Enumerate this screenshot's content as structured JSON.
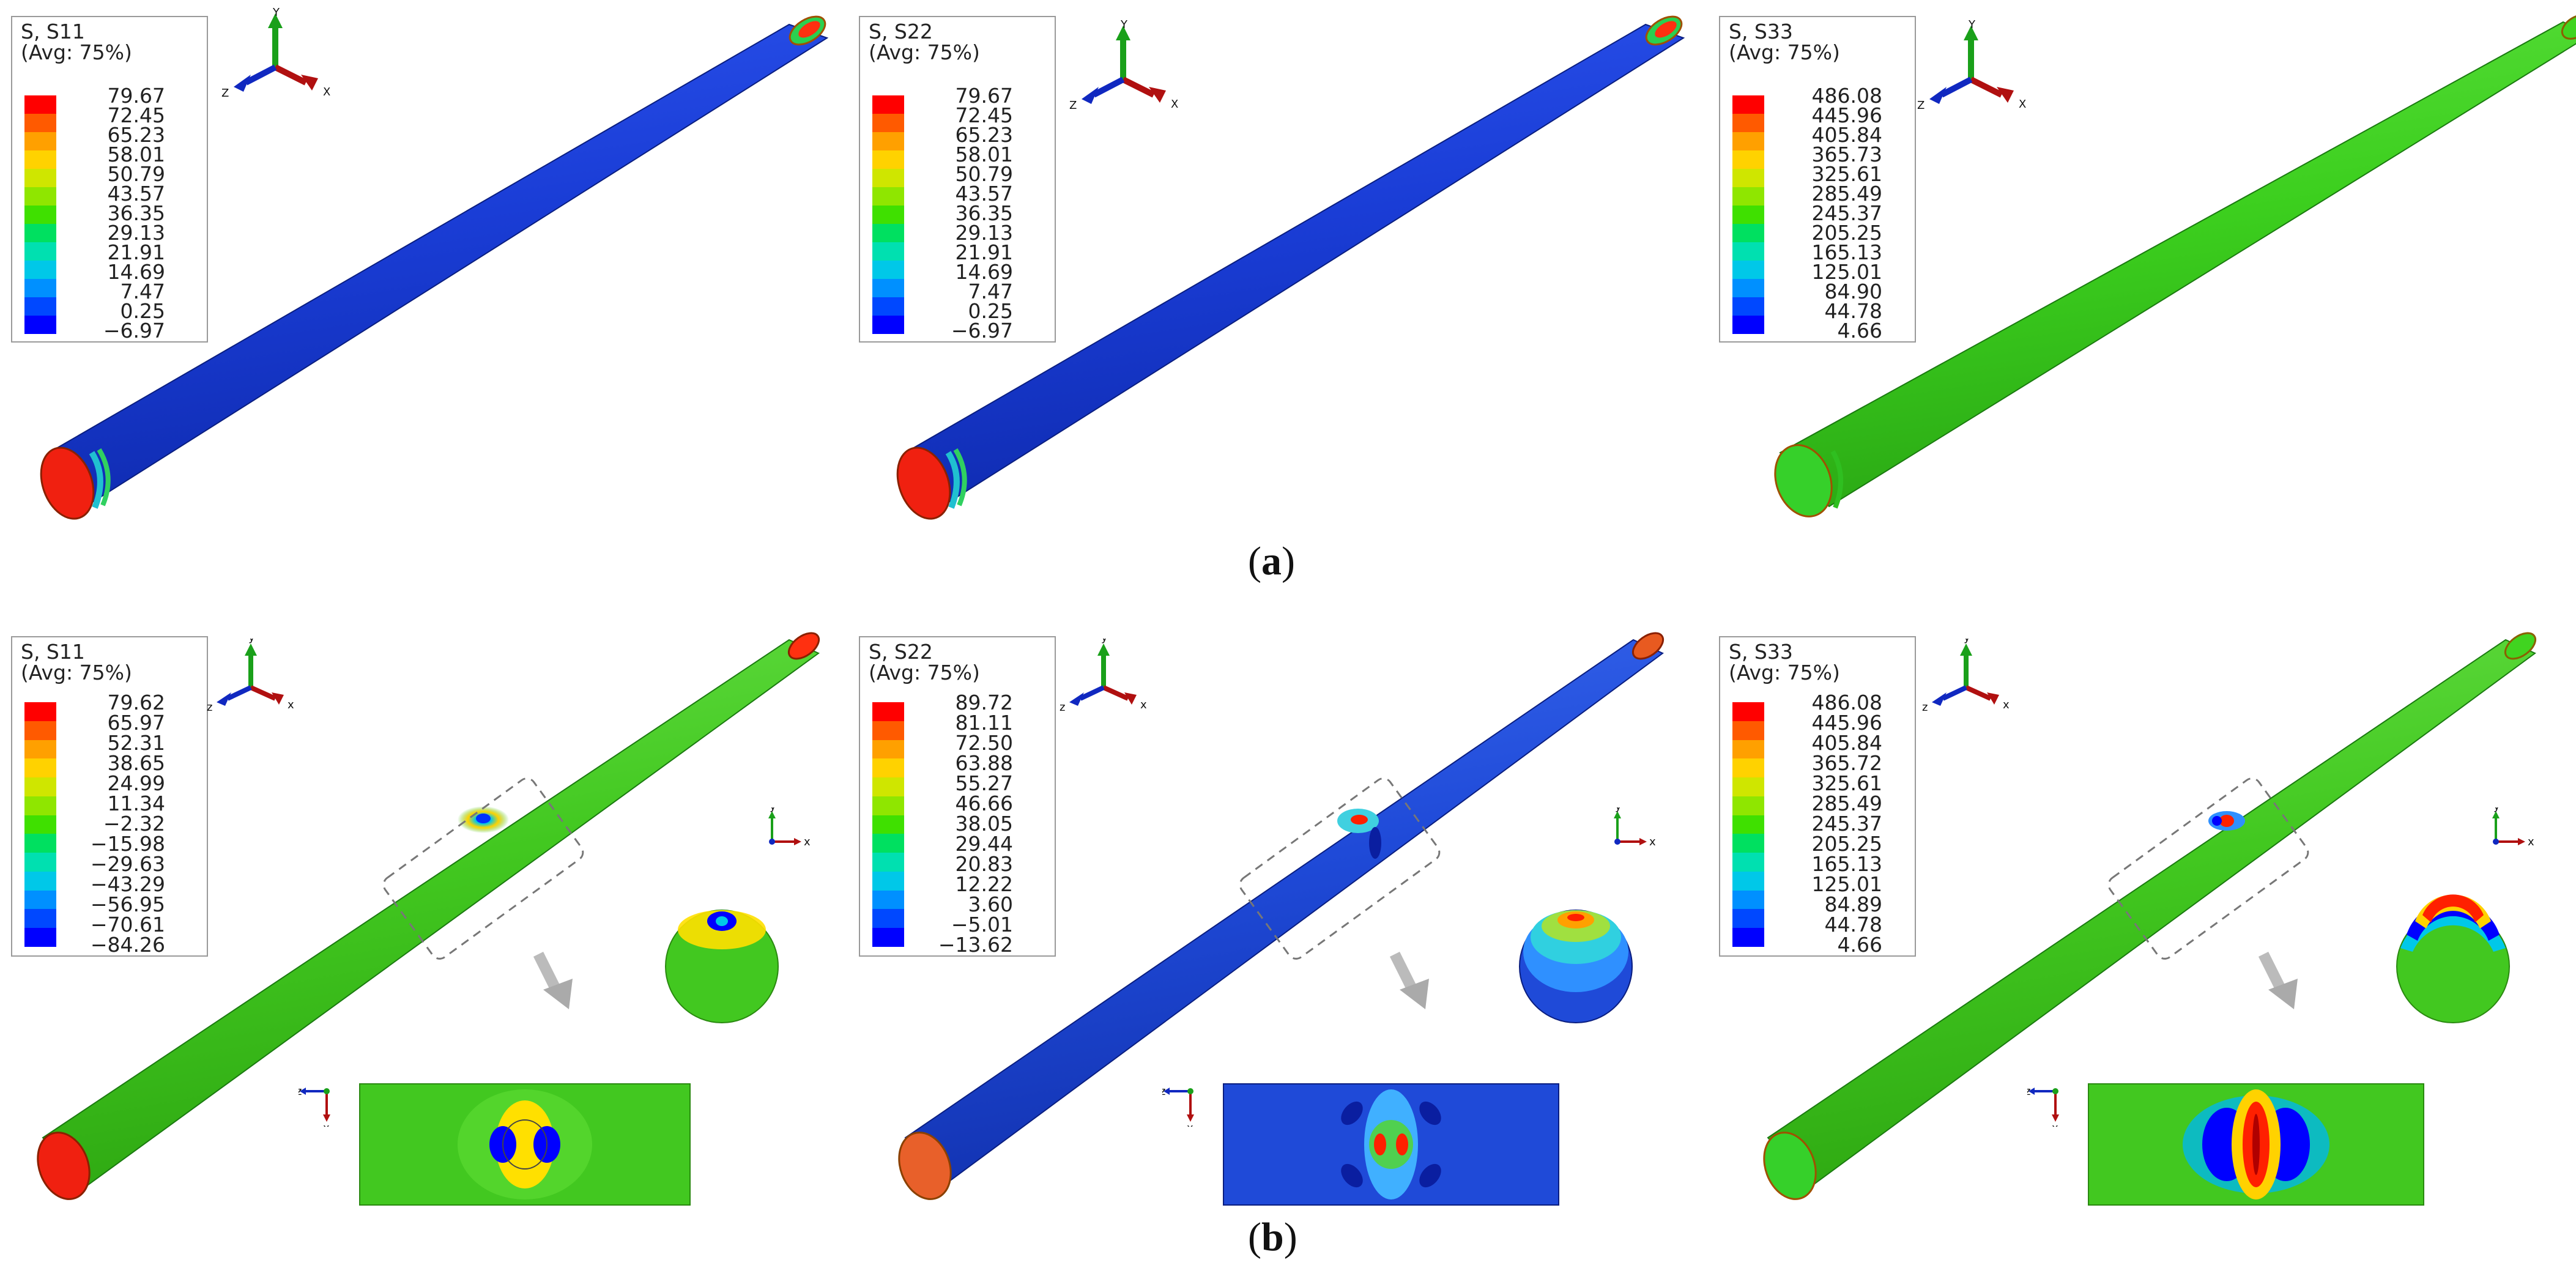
{
  "row_a": {
    "label": "a",
    "panels": [
      {
        "title": "S, S11",
        "avg": "(Avg: 75%)",
        "values": [
          "79.67",
          "72.45",
          "65.23",
          "58.01",
          "50.79",
          "43.57",
          "36.35",
          "29.13",
          "21.91",
          "14.69",
          "7.47",
          "0.25",
          "−6.97"
        ]
      },
      {
        "title": "S, S22",
        "avg": "(Avg: 75%)",
        "values": [
          "79.67",
          "72.45",
          "65.23",
          "58.01",
          "50.79",
          "43.57",
          "36.35",
          "29.13",
          "21.91",
          "14.69",
          "7.47",
          "0.25",
          "−6.97"
        ]
      },
      {
        "title": "S, S33",
        "avg": "(Avg: 75%)",
        "values": [
          "486.08",
          "445.96",
          "405.84",
          "365.73",
          "325.61",
          "285.49",
          "245.37",
          "205.25",
          "165.13",
          "125.01",
          "84.90",
          "44.78",
          "4.66"
        ]
      }
    ]
  },
  "row_b": {
    "label": "b",
    "panels": [
      {
        "title": "S, S11",
        "avg": "(Avg: 75%)",
        "values": [
          "79.62",
          "65.97",
          "52.31",
          "38.65",
          "24.99",
          "11.34",
          "−2.32",
          "−15.98",
          "−29.63",
          "−43.29",
          "−56.95",
          "−70.61",
          "−84.26"
        ]
      },
      {
        "title": "S, S22",
        "avg": "(Avg: 75%)",
        "values": [
          "89.72",
          "81.11",
          "72.50",
          "63.88",
          "55.27",
          "46.66",
          "38.05",
          "29.44",
          "20.83",
          "12.22",
          "3.60",
          "−5.01",
          "−13.62"
        ]
      },
      {
        "title": "S, S33",
        "avg": "(Avg: 75%)",
        "values": [
          "486.08",
          "445.96",
          "405.84",
          "365.72",
          "325.61",
          "285.49",
          "245.37",
          "205.25",
          "165.13",
          "125.01",
          "84.89",
          "44.78",
          "4.66"
        ]
      }
    ]
  },
  "axes": {
    "x": "x",
    "y": "y",
    "z": "z",
    "x_upper": "X",
    "y_upper": "Y",
    "z_upper": "Z"
  },
  "colors": {
    "contour_scale": [
      "#ff0000",
      "#ff5a00",
      "#ffa000",
      "#ffd200",
      "#cfe600",
      "#8fe600",
      "#3fe000",
      "#00e060",
      "#00e0b0",
      "#00c8e8",
      "#0090ff",
      "#0048ff",
      "#0000ff"
    ],
    "tube_blue": "#1a3dd6",
    "tube_green": "#3ccf1e",
    "end_red": "#f02010"
  }
}
